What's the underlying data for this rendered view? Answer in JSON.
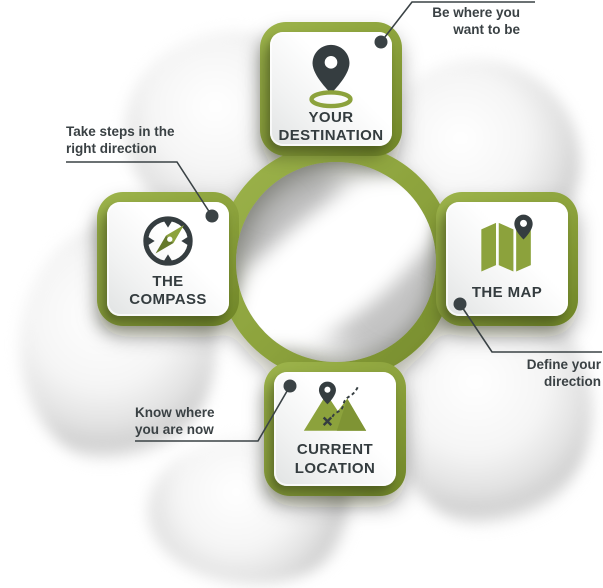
{
  "colors": {
    "green": "#8CA23C",
    "green_light": "#9DB44B",
    "green_dark": "#78902F",
    "charcoal": "#3A4245",
    "card_white": "#FFFFFF"
  },
  "nodes": [
    {
      "id": "your-destination",
      "icon": "destination-pin-icon",
      "title_line1": "YOUR",
      "title_line2": "DESTINATION",
      "callout_line1": "Be where you",
      "callout_line2": "want to be"
    },
    {
      "id": "the-compass",
      "icon": "compass-icon",
      "title_line1": "THE",
      "title_line2": "COMPASS",
      "callout_line1": "Take steps in the",
      "callout_line2": "right direction"
    },
    {
      "id": "the-map",
      "icon": "map-icon",
      "title_line1": "THE MAP",
      "title_line2": "",
      "callout_line1": "Define your",
      "callout_line2": "direction"
    },
    {
      "id": "current-location",
      "icon": "mountains-pin-icon",
      "title_line1": "CURRENT",
      "title_line2": "LOCATION",
      "callout_line1": "Know where",
      "callout_line2": "you are now"
    }
  ]
}
